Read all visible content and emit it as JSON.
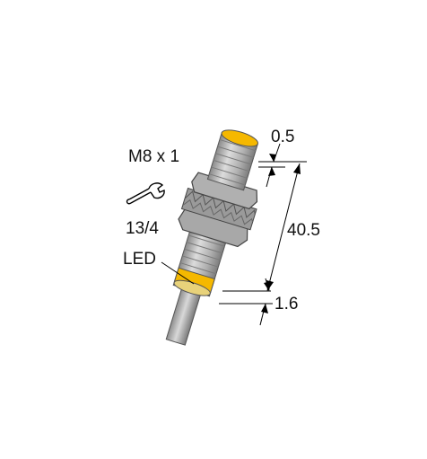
{
  "labels": {
    "thread": "M8 x 1",
    "wrench": "13/4",
    "led": "LED",
    "dim_top": "0.5",
    "dim_length": "40.5",
    "dim_bottom": "1.6"
  },
  "colors": {
    "housing": "#b4b4b4",
    "housing_dark": "#8c8c8c",
    "led_yellow": "#f5b800",
    "line": "#000000"
  },
  "icons": [
    "wrench-icon"
  ]
}
